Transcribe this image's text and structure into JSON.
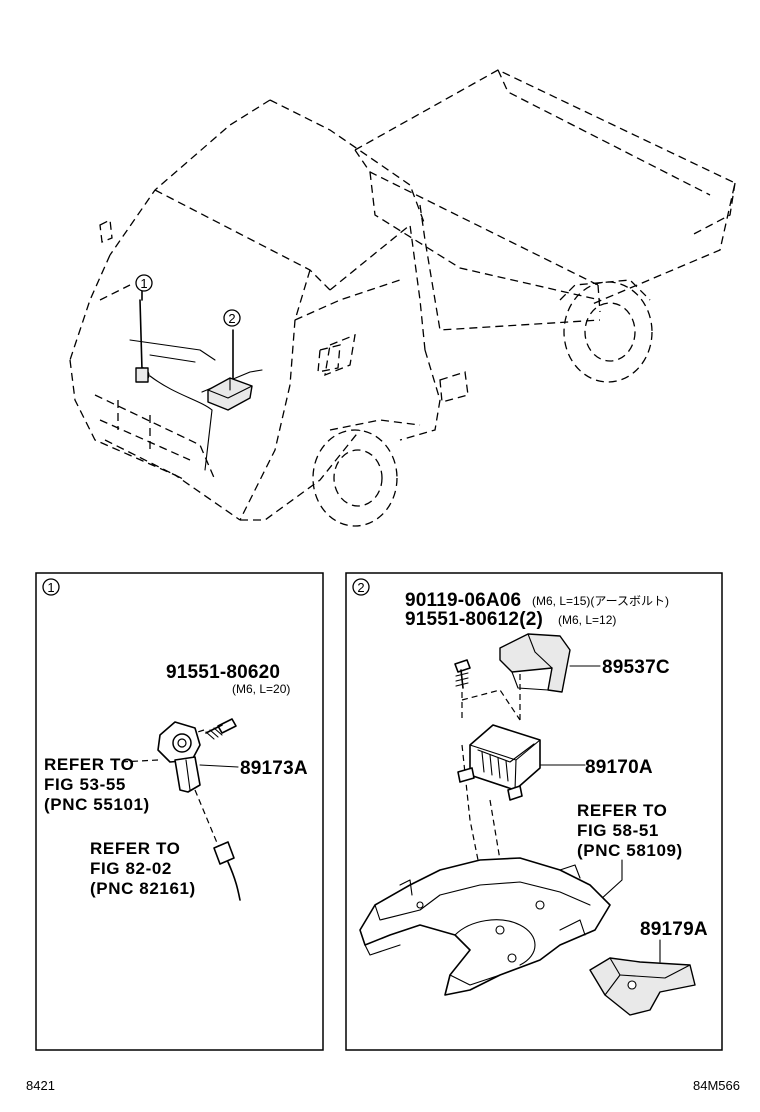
{
  "callouts": {
    "one": "1",
    "two": "2"
  },
  "panel1": {
    "bolt_part": "91551-80620",
    "bolt_spec": "(M6, L=20)",
    "sensor_part": "89173A",
    "ref_a": [
      "REFER TO",
      "FIG 53-55",
      "(PNC 55101)"
    ],
    "ref_b": [
      "REFER TO",
      "FIG 82-02",
      "(PNC 82161)"
    ]
  },
  "panel2": {
    "bolt1_part": "90119-06A06",
    "bolt1_spec": "(M6, L=15)(アースボルト)",
    "bolt2_part": "91551-80612(2)",
    "bolt2_spec": "(M6, L=12)",
    "cover_part": "89537C",
    "ecu_part": "89170A",
    "ref": [
      "REFER TO",
      "FIG 58-51",
      "(PNC 58109)"
    ],
    "bracket_part": "89179A"
  },
  "footer": {
    "left_code": "8421",
    "right_code": "84M566"
  }
}
